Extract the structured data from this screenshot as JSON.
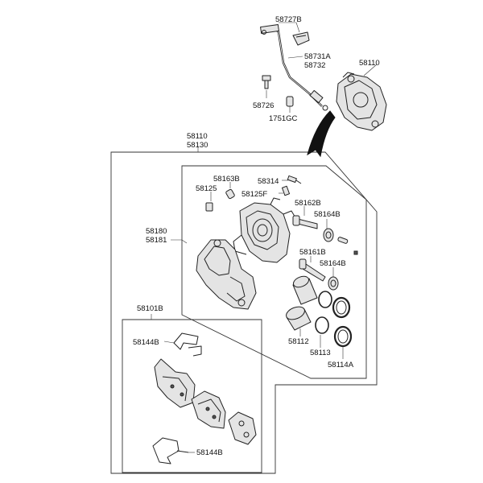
{
  "labels": {
    "hose_bracket": "58727B",
    "hose_a": "58731A",
    "hose_b": "58732",
    "caliper_top": "58110",
    "bolt_top": "58726",
    "washer_top": "1751GC",
    "assy_a": "58110",
    "assy_b": "58130",
    "bleeder_cap": "58163B",
    "bleeder_screw": "58314",
    "guide_bolt": "58125",
    "bleeder": "58125F",
    "pin_bolt_upper": "58162B",
    "boot_upper": "58164B",
    "body_a": "58180",
    "body_b": "58181",
    "pin_bolt_lower": "58161B",
    "boot_lower": "58164B",
    "piston": "58112",
    "seal": "58113",
    "dust_boot": "58114A",
    "pad_kit": "58101B",
    "spring_top": "58144B",
    "spring_bottom": "58144B"
  }
}
